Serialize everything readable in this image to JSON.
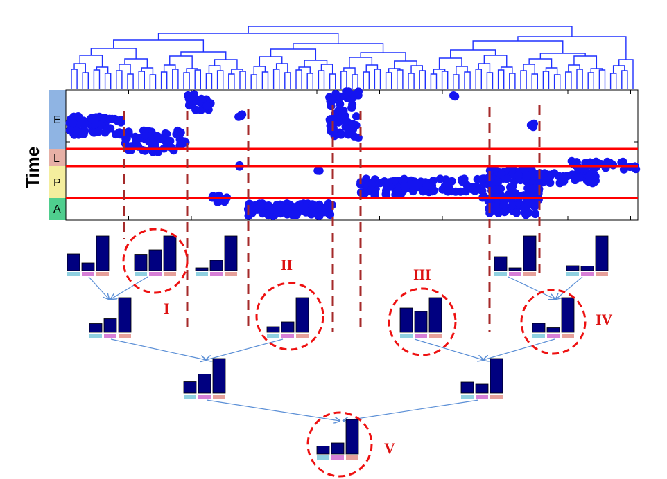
{
  "y_axis_label": "Time",
  "lanes": [
    {
      "label": "E",
      "color": "#8fb4e3"
    },
    {
      "label": "L",
      "color": "#e6b0a6"
    },
    {
      "label": "P",
      "color": "#f4ee9e"
    },
    {
      "label": "A",
      "color": "#4fce8e"
    }
  ],
  "colors": {
    "bar": "#000080",
    "dendrogram": "#1f30ff",
    "points": "#1414f0",
    "boundary": "#ff0000",
    "cut": "#a52a2a",
    "circle": "#ee1111",
    "arrow": "#5b8fd6",
    "legend": [
      "#8fd0e0",
      "#d67fd6",
      "#e6a09a"
    ]
  },
  "groups": [
    {
      "id": "g1",
      "label": "",
      "bars": [
        0.48,
        0.22,
        1.0
      ]
    },
    {
      "id": "g2",
      "label": "I",
      "bars": [
        0.47,
        0.6,
        1.0
      ]
    },
    {
      "id": "g3",
      "label": "",
      "bars": [
        0.08,
        0.3,
        1.0
      ]
    },
    {
      "id": "g4",
      "label": "",
      "bars": [
        0.25,
        0.39,
        1.0
      ]
    },
    {
      "id": "g5",
      "label": "II",
      "bars": [
        0.16,
        0.3,
        1.0
      ]
    },
    {
      "id": "g6",
      "label": "",
      "bars": [
        0.4,
        0.08,
        1.0
      ]
    },
    {
      "id": "g7",
      "label": "",
      "bars": [
        0.14,
        0.13,
        1.0
      ]
    },
    {
      "id": "g8",
      "label": "III",
      "bars": [
        0.7,
        0.6,
        1.0
      ]
    },
    {
      "id": "g9",
      "label": "IV",
      "bars": [
        0.26,
        0.13,
        1.0
      ]
    },
    {
      "id": "g10",
      "label": "",
      "bars": [
        0.33,
        0.55,
        1.0
      ]
    },
    {
      "id": "g11",
      "label": "",
      "bars": [
        0.32,
        0.26,
        1.0
      ]
    },
    {
      "id": "g12",
      "label": "V",
      "bars": [
        0.23,
        0.32,
        1.0
      ]
    }
  ]
}
